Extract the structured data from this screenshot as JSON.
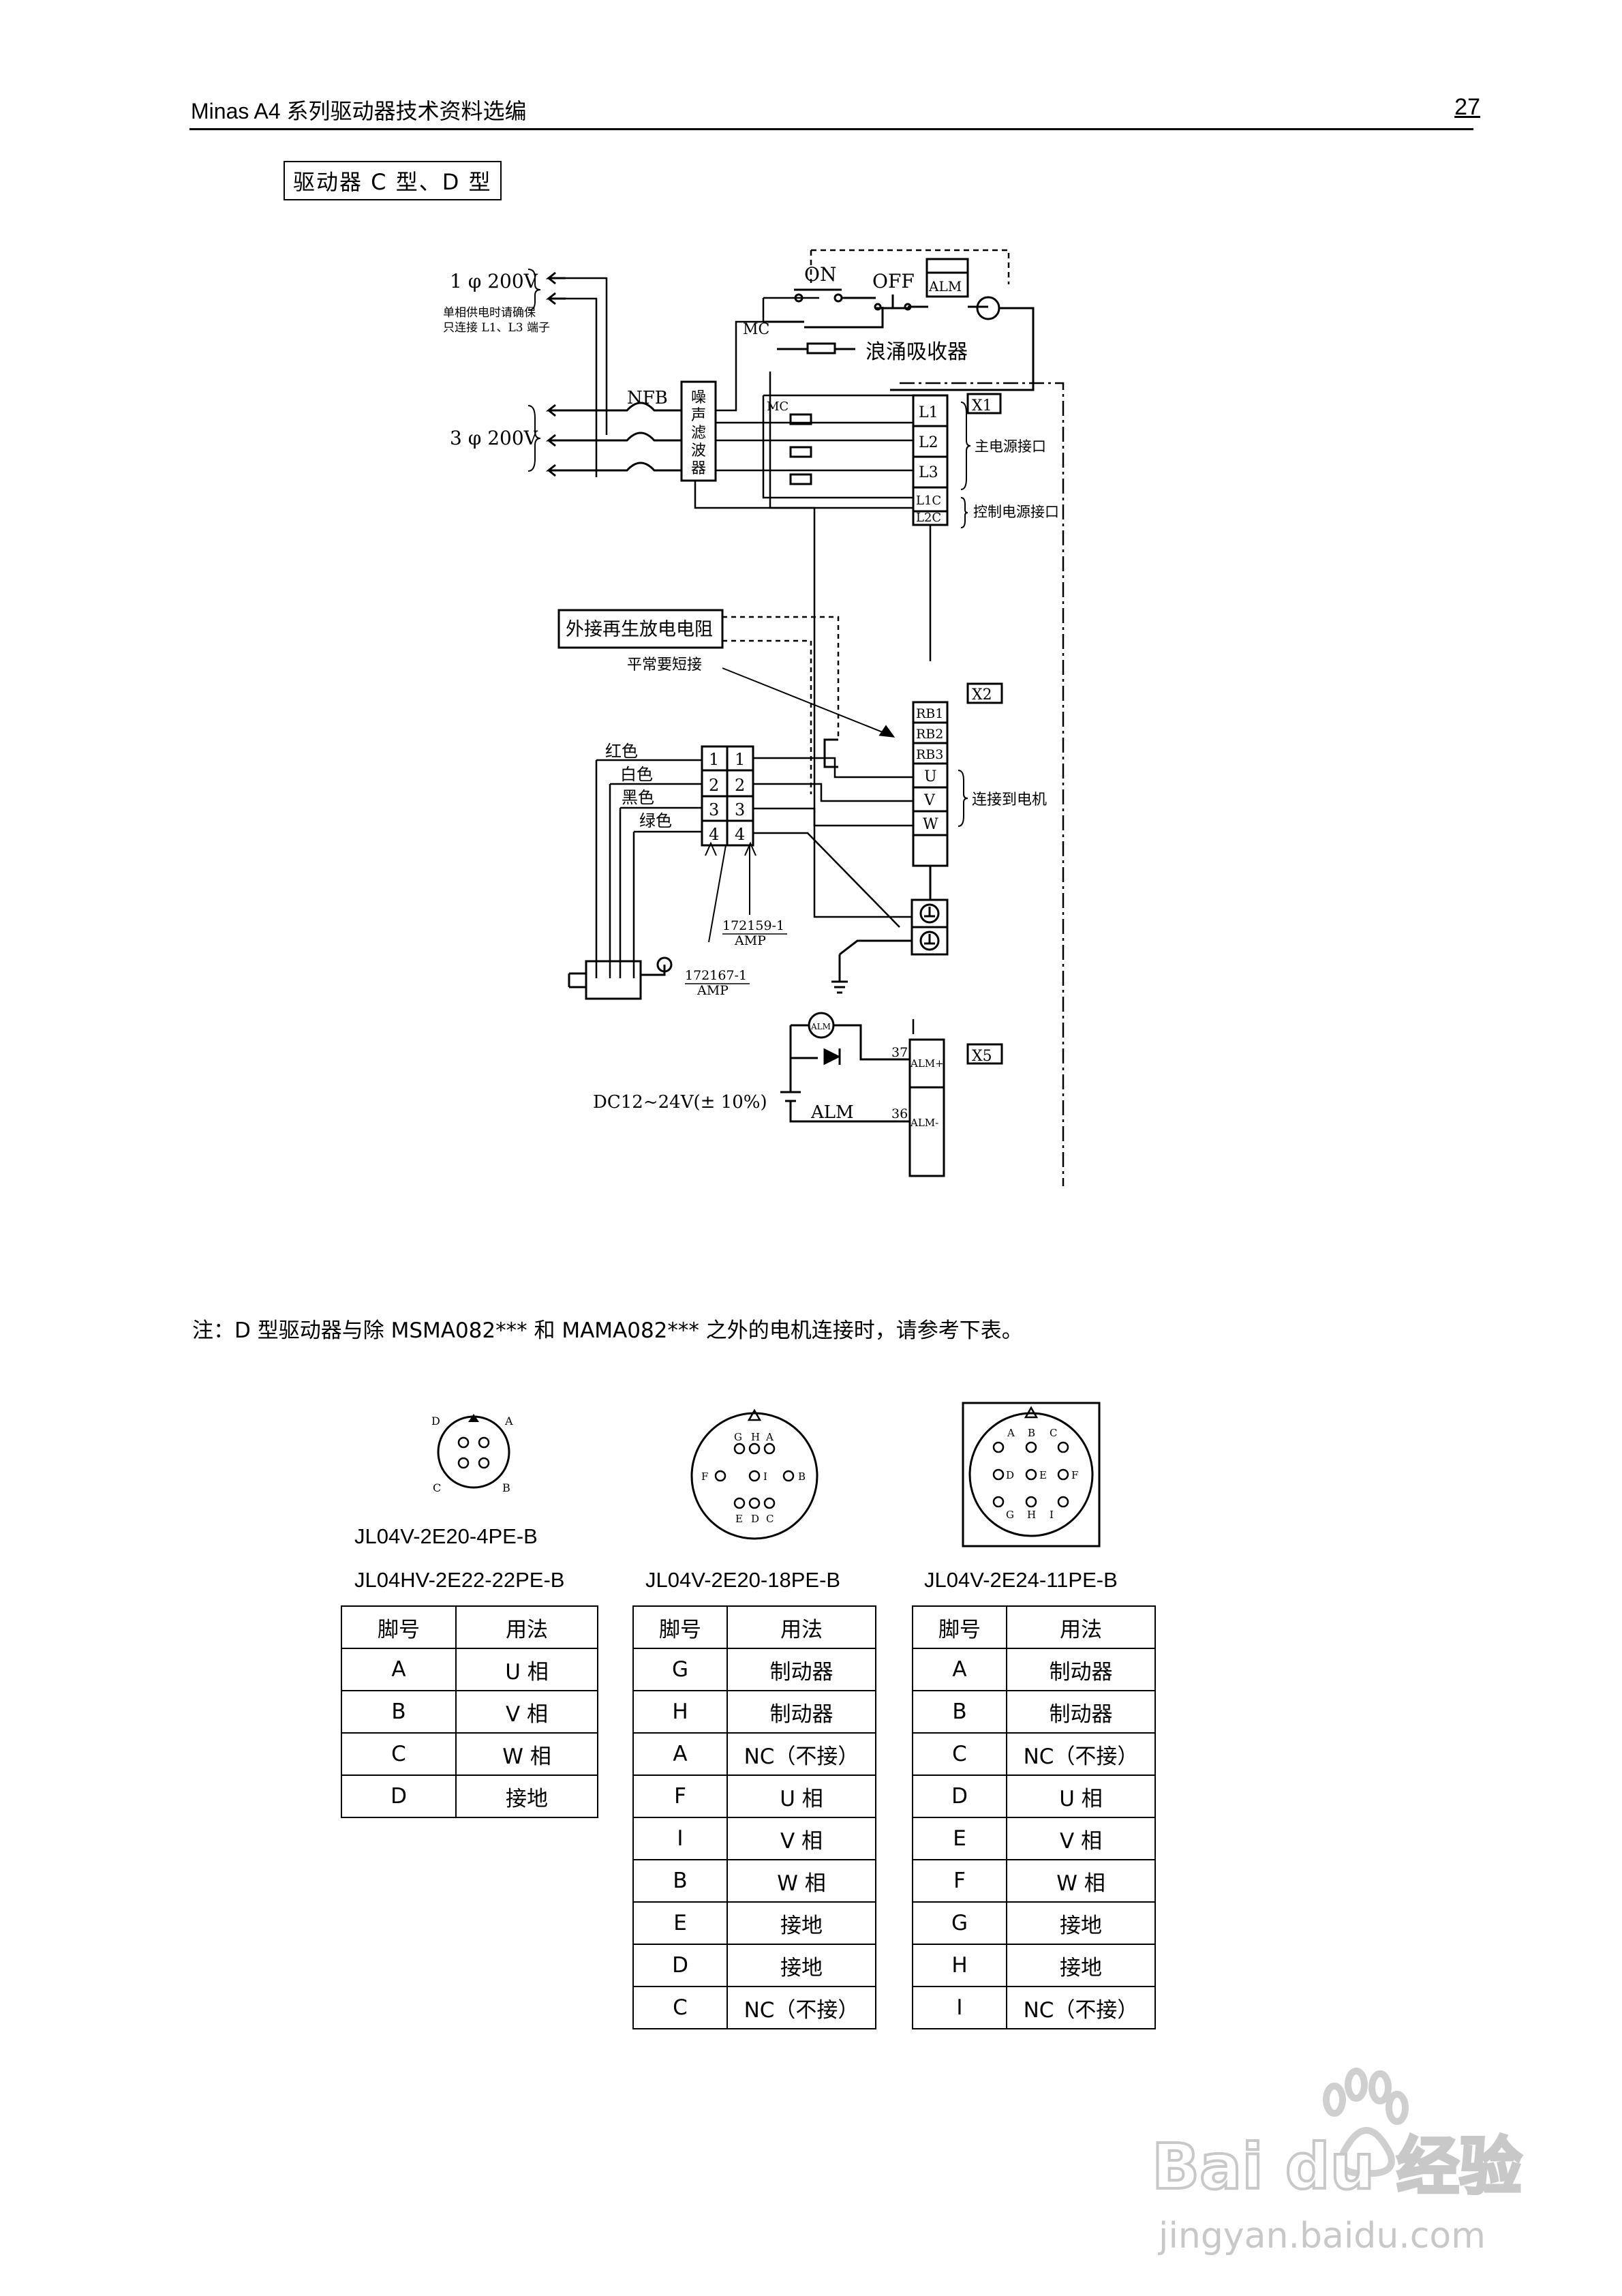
{
  "header": {
    "title": "Minas A4 系列驱动器技术资料选编",
    "page_number": "27"
  },
  "section_title": "驱动器 C 型、D 型",
  "diagram": {
    "supply_1ph": "1 φ 200V",
    "supply_1ph_note_1": "单相供电时请确保",
    "supply_1ph_note_2": "只连接 L1、L3 端子",
    "supply_3ph": "3 φ 200V",
    "nfb": "NFB",
    "noise_filter": [
      "噪",
      "声",
      "滤",
      "波",
      "器"
    ],
    "on": "ON",
    "off": "OFF",
    "alm": "ALM",
    "mc": "MC",
    "mc2": "MC",
    "surge_absorber": "浪涌吸收器",
    "x1": "X1",
    "l1": "L1",
    "l2": "L2",
    "l3": "L3",
    "l1c": "L1C",
    "l2c": "L2C",
    "main_power": "主电源接口",
    "control_power": "控制电源接口",
    "regen_resistor": "外接再生放电电阻",
    "short_normally": "平常要短接",
    "x2": "X2",
    "rb1": "RB1",
    "rb2": "RB2",
    "rb3": "RB3",
    "u": "U",
    "v": "V",
    "w": "W",
    "to_motor": "连接到电机",
    "red": "红色",
    "white": "白色",
    "black": "黑色",
    "green": "绿色",
    "plug_numbers": [
      "1",
      "2",
      "3",
      "4"
    ],
    "amp1_part": "172159-1",
    "amp1_brand": "AMP",
    "amp2_part": "172167-1",
    "amp2_brand": "AMP",
    "x5": "X5",
    "dc_supply": "DC12~24V(± 10%)",
    "alm_label": "ALM",
    "pin37": "37",
    "pin36": "36",
    "alm_plus": "ALM+",
    "alm_minus": "ALM-",
    "relay": "ALM"
  },
  "note": "注：D 型驱动器与除 MSMA082*** 和 MAMA082*** 之外的电机连接时，请参考下表。",
  "connectors": [
    {
      "models": [
        "JL04V-2E20-4PE-B",
        "JL04HV-2E22-22PE-B"
      ],
      "face_letters": [
        "D",
        "A",
        "C",
        "B"
      ],
      "header": [
        "脚号",
        "用法"
      ],
      "rows": [
        [
          "A",
          "U 相"
        ],
        [
          "B",
          "V 相"
        ],
        [
          "C",
          "W 相"
        ],
        [
          "D",
          "接地"
        ]
      ]
    },
    {
      "models": [
        "JL04V-2E20-18PE-B"
      ],
      "face_letters": [
        "G",
        "H",
        "A",
        "F",
        "I",
        "B",
        "E",
        "D",
        "C"
      ],
      "header": [
        "脚号",
        "用法"
      ],
      "rows": [
        [
          "G",
          "制动器"
        ],
        [
          "H",
          "制动器"
        ],
        [
          "A",
          "NC（不接）"
        ],
        [
          "F",
          "U 相"
        ],
        [
          "I",
          "V 相"
        ],
        [
          "B",
          "W 相"
        ],
        [
          "E",
          "接地"
        ],
        [
          "D",
          "接地"
        ],
        [
          "C",
          "NC（不接）"
        ]
      ]
    },
    {
      "models": [
        "JL04V-2E24-11PE-B"
      ],
      "face_letters": [
        "A",
        "B",
        "C",
        "D",
        "E",
        "F",
        "G",
        "H",
        "I"
      ],
      "header": [
        "脚号",
        "用法"
      ],
      "rows": [
        [
          "A",
          "制动器"
        ],
        [
          "B",
          "制动器"
        ],
        [
          "C",
          "NC（不接）"
        ],
        [
          "D",
          "U 相"
        ],
        [
          "E",
          "V 相"
        ],
        [
          "F",
          "W 相"
        ],
        [
          "G",
          "接地"
        ],
        [
          "H",
          "接地"
        ],
        [
          "I",
          "NC（不接）"
        ]
      ]
    }
  ],
  "watermark": {
    "brand": "Bai du 经验",
    "url": "jingyan.baidu.com"
  }
}
